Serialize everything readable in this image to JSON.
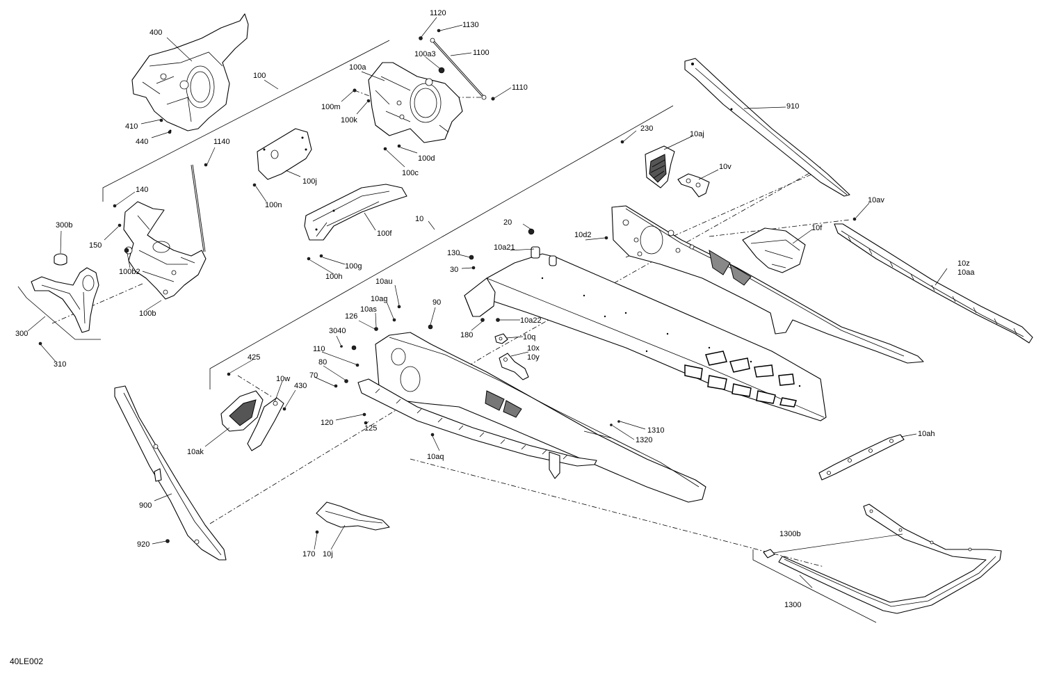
{
  "diagram_id": "40LE002",
  "callouts": {
    "c1120": "1120",
    "c1130": "1130",
    "c100a3": "100a3",
    "c1100": "1100",
    "c1110": "1110",
    "c100a": "100a",
    "c100m": "100m",
    "c100k": "100k",
    "c100d": "100d",
    "c100c": "100c",
    "c400": "400",
    "c100": "100",
    "c410": "410",
    "c440": "440",
    "c1140": "1140",
    "c100j": "100j",
    "c100n": "100n",
    "c140": "140",
    "c300b": "300b",
    "c150": "150",
    "c100b2": "100b2",
    "c100b": "100b",
    "c300": "300",
    "c310": "310",
    "c100f": "100f",
    "c100g": "100g",
    "c100h": "100h",
    "c10": "10",
    "c910": "910",
    "c230": "230",
    "c10aj": "10aj",
    "c10v": "10v",
    "c10av": "10av",
    "c10f": "10f",
    "c10z": "10z",
    "c10aa": "10aa",
    "c20": "20",
    "c10d2": "10d2",
    "c130": "130",
    "c10a21": "10a21",
    "c30": "30",
    "c10au": "10au",
    "c10ag": "10ag",
    "c10as": "10as",
    "c90": "90",
    "c126": "126",
    "c3040": "3040",
    "c110": "110",
    "c80": "80",
    "c70": "70",
    "c180": "180",
    "c10a22": "10a22",
    "c10q": "10q",
    "c10x": "10x",
    "c10y": "10y",
    "c425": "425",
    "c10w": "10w",
    "c430": "430",
    "c10ak": "10ak",
    "c120": "120",
    "c125": "125",
    "c10aq": "10aq",
    "c1310": "1310",
    "c1320": "1320",
    "c10ah": "10ah",
    "c900": "900",
    "c920": "920",
    "c170": "170",
    "c10j": "10j",
    "c1300b": "1300b",
    "c1300": "1300"
  }
}
